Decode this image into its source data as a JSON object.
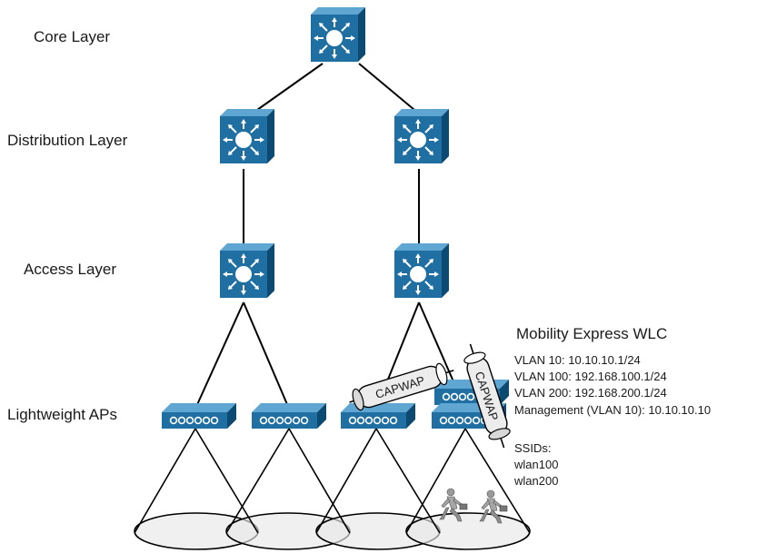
{
  "layers": {
    "core": "Core Layer",
    "distribution": "Distribution Layer",
    "access": "Access Layer",
    "aps": "Lightweight APs"
  },
  "wlc": {
    "title": "Mobility Express WLC",
    "vlans": [
      "VLAN 10: 10.10.10.1/24",
      "VLAN 100: 192.168.100.1/24",
      "VLAN 200: 192.168.200.1/24",
      "Management (VLAN 10): 10.10.10.10"
    ],
    "ssid_heading": "SSIDs:",
    "ssids": [
      "wlan100",
      "wlan200"
    ]
  },
  "tunnels": [
    "CAPWAP",
    "CAPWAP"
  ],
  "icons": {
    "switch": "layer3-switch-icon",
    "ap": "access-point-icon",
    "user": "mobile-user-icon"
  },
  "colors": {
    "device_front": "#1f6fa3",
    "device_top": "#5fa6d2",
    "device_side": "#0d4a72",
    "line": "#000000",
    "coverage": "#e8e8e8"
  }
}
